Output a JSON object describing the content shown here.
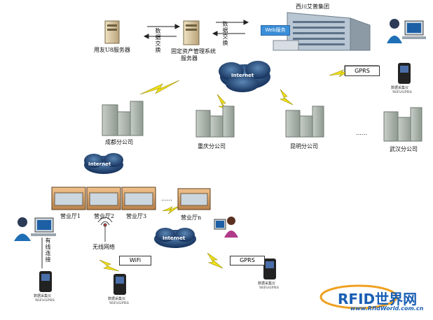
{
  "hq": {
    "title": "西川艾普集团",
    "web_service": "Web服务"
  },
  "servers": {
    "u8": "用友U8服务器",
    "asset_line1": "固定资产管理系统",
    "asset_line2": "服务器"
  },
  "exchange": {
    "left": "数据交换",
    "right": "数据交换"
  },
  "networks": {
    "internet": "Internet",
    "gprs": "GPRS",
    "wifi": "WiFi",
    "wireless": "无线网络",
    "wired": "有线连接"
  },
  "branches": [
    "成都分公司",
    "重庆分公司",
    "昆明分公司",
    "武汉分公司"
  ],
  "ellipsis": "……",
  "halls": [
    "营业厅1",
    "营业厅2",
    "营业厅3",
    "营业厅n"
  ],
  "device_caption_line1": "数据采集仪",
  "device_caption_line2": "WiFi/GPRS",
  "logo": {
    "main": "RFID世界网",
    "url": "www.RfidWorld.com.cn"
  }
}
